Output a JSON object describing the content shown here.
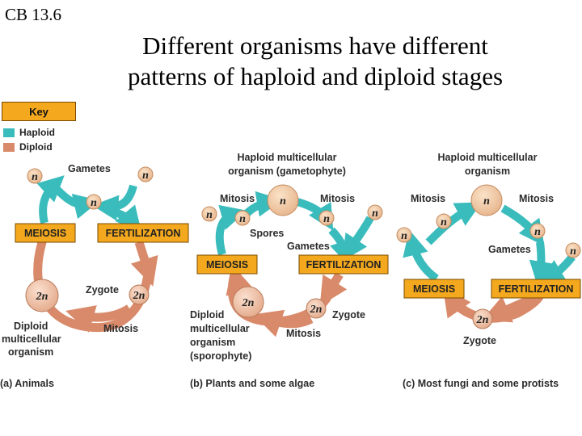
{
  "header": {
    "slide_id": "CB 13.6",
    "title_line1": "Different organisms have different",
    "title_line2": "patterns of haploid and diploid stages"
  },
  "key": {
    "title": "Key",
    "haploid": "Haploid",
    "diploid": "Diploid",
    "haploid_color": "#3bbcbc",
    "diploid_color": "#d98a6a"
  },
  "symbols": {
    "n": "n",
    "two_n": "2n"
  },
  "panel_a": {
    "caption": "(a) Animals",
    "gametes": "Gametes",
    "meiosis": "MEIOSIS",
    "fertilization": "FERTILIZATION",
    "zygote": "Zygote",
    "mitosis": "Mitosis",
    "organism_line1": "Diploid",
    "organism_line2": "multicellular",
    "organism_line3": "organism"
  },
  "panel_b": {
    "caption": "(b) Plants and some algae",
    "haploid_org_line1": "Haploid multicellular",
    "haploid_org_line2": "organism (gametophyte)",
    "mitosis_left": "Mitosis",
    "mitosis_right": "Mitosis",
    "spores": "Spores",
    "gametes": "Gametes",
    "meiosis": "MEIOSIS",
    "fertilization": "FERTILIZATION",
    "zygote": "Zygote",
    "mitosis_bottom": "Mitosis",
    "diploid_org_line1": "Diploid",
    "diploid_org_line2": "multicellular",
    "diploid_org_line3": "organism",
    "diploid_org_line4": "(sporophyte)"
  },
  "panel_c": {
    "caption": "(c) Most fungi and some protists",
    "haploid_org_line1": "Haploid multicellular",
    "haploid_org_line2": "organism",
    "mitosis_left": "Mitosis",
    "mitosis_right": "Mitosis",
    "gametes": "Gametes",
    "meiosis": "MEIOSIS",
    "fertilization": "FERTILIZATION",
    "zygote": "Zygote"
  }
}
